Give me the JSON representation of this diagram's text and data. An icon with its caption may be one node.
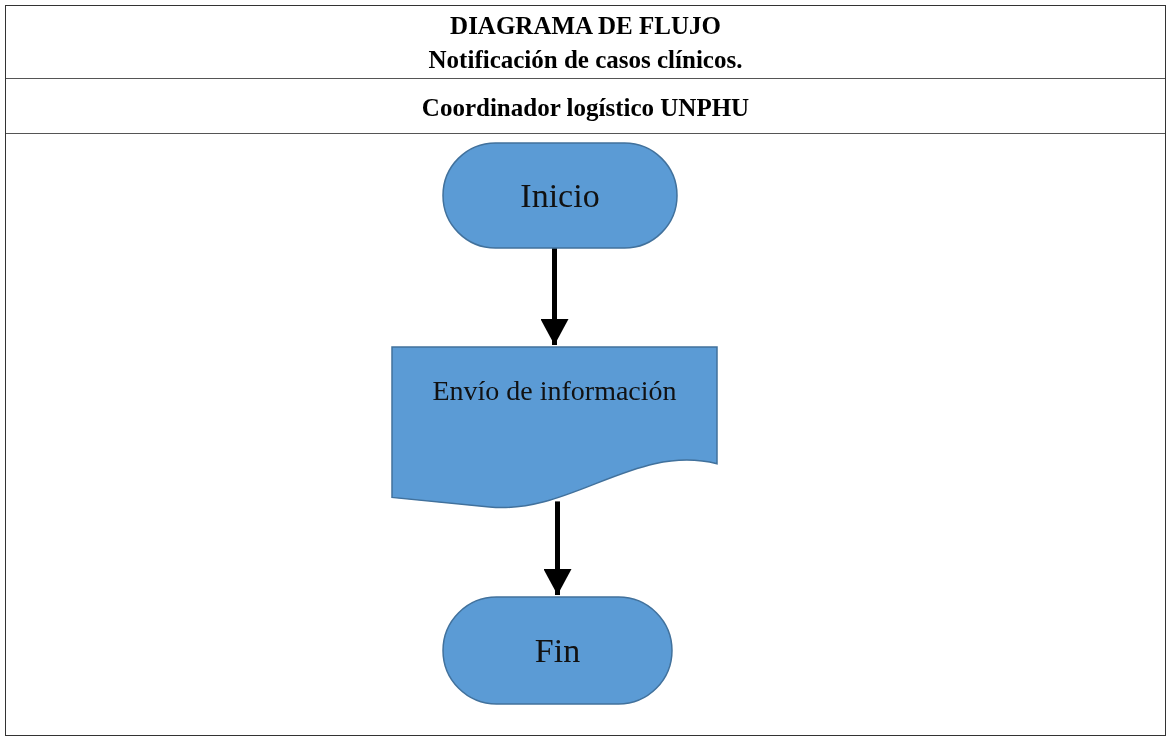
{
  "diagram": {
    "title": "DIAGRAMA DE FLUJO",
    "nodes": [
      {
        "text": [
          "Inicio"
        ]
      },
      {
        "text": [
          "Envío de información"
        ]
      },
      {
        "text": [
          "Fin"
        ]
      }
    ],
    "edges": [
      {
        "from": 0,
        "to": 1,
        "arrow": "to"
      },
      {
        "from": 1,
        "to": 2,
        "arrow": "to"
      }
    ],
    "labels": [
      "Notificación de casos clínicos.",
      "Coordinador logístico UNPHU"
    ]
  }
}
